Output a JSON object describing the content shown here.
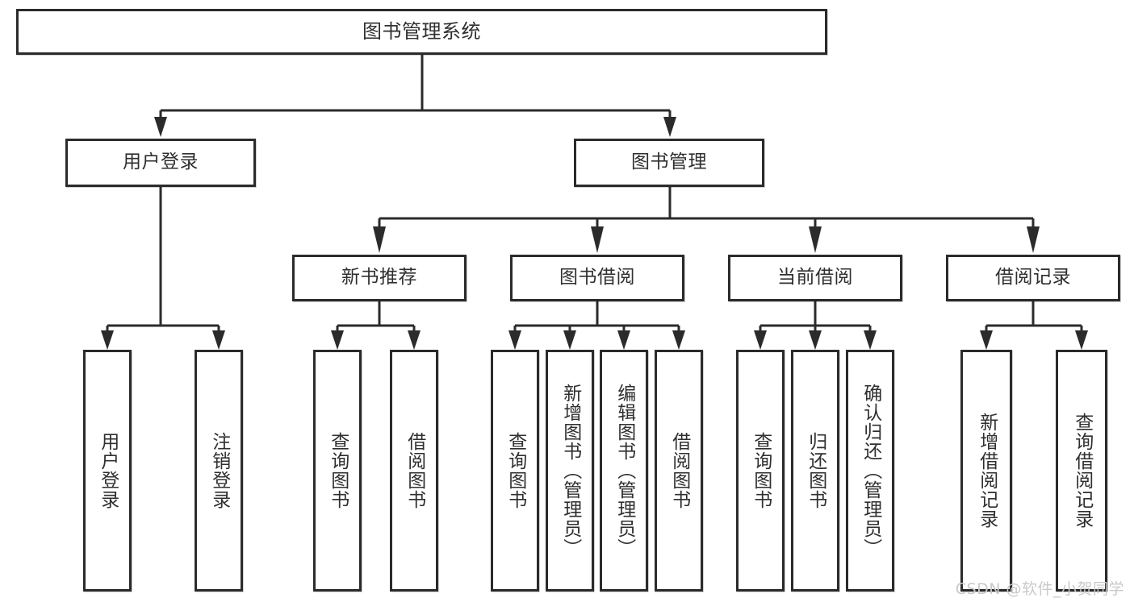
{
  "diagram": {
    "title": "图书管理系统",
    "type": "hierarchy-tree",
    "orientation": "top-down",
    "style": {
      "box_border_color": "#2b2b2b",
      "box_fill_color": "#ffffff",
      "connector_color": "#2b2b2b",
      "text_color": "#2f2f2f",
      "background": "#ffffff"
    },
    "levels": [
      {
        "level": 1,
        "nodes": [
          {
            "id": "root",
            "label": "图书管理系统",
            "orientation": "horizontal"
          }
        ]
      },
      {
        "level": 2,
        "nodes": [
          {
            "id": "user-login",
            "label": "用户登录",
            "orientation": "horizontal",
            "parent": "root"
          },
          {
            "id": "book-manage",
            "label": "图书管理",
            "orientation": "horizontal",
            "parent": "root"
          }
        ]
      },
      {
        "level": 3,
        "nodes": [
          {
            "id": "new-book-recommend",
            "label": "新书推荐",
            "orientation": "horizontal",
            "parent": "book-manage"
          },
          {
            "id": "book-borrow",
            "label": "图书借阅",
            "orientation": "horizontal",
            "parent": "book-manage"
          },
          {
            "id": "current-borrow",
            "label": "当前借阅",
            "orientation": "horizontal",
            "parent": "book-manage"
          },
          {
            "id": "borrow-record",
            "label": "借阅记录",
            "orientation": "horizontal",
            "parent": "book-manage"
          }
        ]
      },
      {
        "level": 4,
        "nodes": [
          {
            "id": "leaf-user-login",
            "label": "用户登录",
            "orientation": "vertical",
            "parent": "user-login"
          },
          {
            "id": "leaf-logout",
            "label": "注销登录",
            "orientation": "vertical",
            "parent": "user-login"
          },
          {
            "id": "leaf-query-book-1",
            "label": "查询图书",
            "orientation": "vertical",
            "parent": "new-book-recommend"
          },
          {
            "id": "leaf-borrow-book-1",
            "label": "借阅图书",
            "orientation": "vertical",
            "parent": "new-book-recommend"
          },
          {
            "id": "leaf-query-book-2",
            "label": "查询图书",
            "orientation": "vertical",
            "parent": "book-borrow"
          },
          {
            "id": "leaf-add-book",
            "label": "新增图书（管理员）",
            "orientation": "vertical",
            "parent": "book-borrow"
          },
          {
            "id": "leaf-edit-book",
            "label": "编辑图书（管理员）",
            "orientation": "vertical",
            "parent": "book-borrow"
          },
          {
            "id": "leaf-borrow-book-2",
            "label": "借阅图书",
            "orientation": "vertical",
            "parent": "book-borrow"
          },
          {
            "id": "leaf-query-book-3",
            "label": "查询图书",
            "orientation": "vertical",
            "parent": "current-borrow"
          },
          {
            "id": "leaf-return-book",
            "label": "归还图书",
            "orientation": "vertical",
            "parent": "current-borrow"
          },
          {
            "id": "leaf-confirm-return",
            "label": "确认归还（管理员）",
            "orientation": "vertical",
            "parent": "current-borrow"
          },
          {
            "id": "leaf-add-record",
            "label": "新增借阅记录",
            "orientation": "vertical",
            "parent": "borrow-record"
          },
          {
            "id": "leaf-query-record",
            "label": "查询借阅记录",
            "orientation": "vertical",
            "parent": "borrow-record"
          }
        ]
      }
    ],
    "node_labels": {
      "root": "图书管理系统",
      "user_login": "用户登录",
      "book_manage": "图书管理",
      "new_book_recommend": "新书推荐",
      "book_borrow": "图书借阅",
      "current_borrow": "当前借阅",
      "borrow_record": "借阅记录",
      "leaf_user_login": "用户登录",
      "leaf_logout": "注销登录",
      "leaf_query_book_1": "查询图书",
      "leaf_borrow_book_1": "借阅图书",
      "leaf_query_book_2": "查询图书",
      "leaf_add_book": "新增图书（管理员）",
      "leaf_edit_book": "编辑图书（管理员）",
      "leaf_borrow_book_2": "借阅图书",
      "leaf_query_book_3": "查询图书",
      "leaf_return_book": "归还图书",
      "leaf_confirm_return": "确认归还（管理员）",
      "leaf_add_record": "新增借阅记录",
      "leaf_query_record": "查询借阅记录"
    }
  },
  "watermark": {
    "text": "CSDN @软件_小贺同学"
  }
}
